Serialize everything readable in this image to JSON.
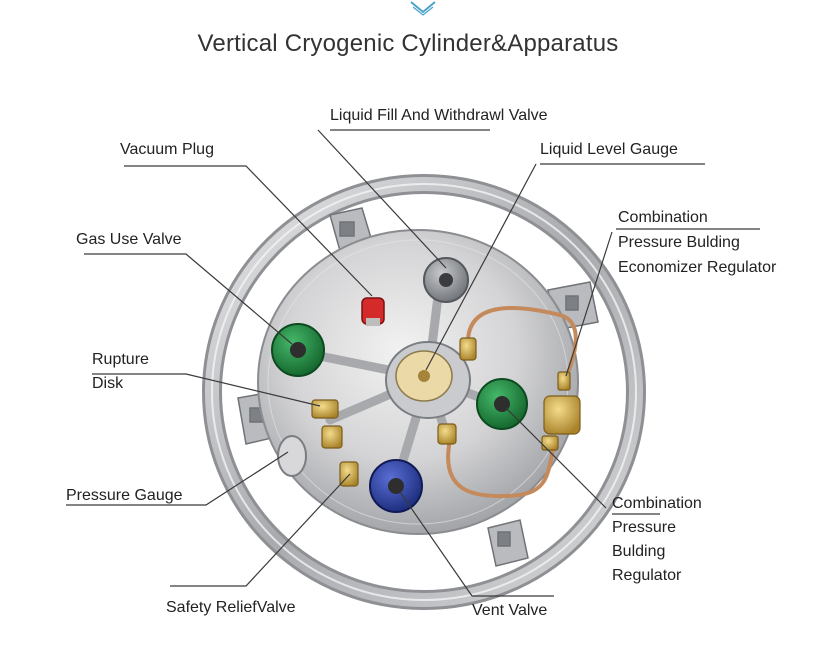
{
  "title": "Vertical Cryogenic Cylinder&Apparatus",
  "labels": {
    "liquid_fill": "Liquid Fill And Withdrawl Valve",
    "vacuum_plug": "Vacuum Plug",
    "liquid_level": "Liquid Level Gauge",
    "combination_pb_econ": [
      "Combination",
      "Pressure Bulding",
      "Economizer Regulator"
    ],
    "gas_use": "Gas Use Valve",
    "rupture_disk": [
      "Rupture",
      "Disk"
    ],
    "pressure_gauge": "Pressure Gauge",
    "combination_pb_reg": [
      "Combination",
      "Pressure",
      "Bulding",
      "Regulator"
    ],
    "safety_relief": "Safety ReliefValve",
    "vent_valve": "Vent Valve"
  },
  "colors": {
    "accent": "#4aa3c8",
    "valve_green": "#1f8a3c",
    "valve_blue": "#2a3f9e",
    "valve_gray": "#8d9096",
    "vacuum_red": "#d52a2a",
    "brass": "#c9a441",
    "copper": "#c48a5c"
  }
}
